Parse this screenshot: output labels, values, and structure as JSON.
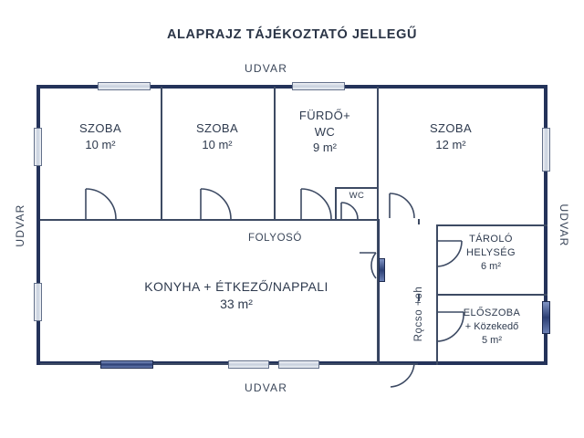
{
  "title": "ALAPRAJZ TÁJÉKOZTATÓ JELLEGŰ",
  "exterior_labels": {
    "top": "UDVAR",
    "bottom": "UDVAR",
    "left": "UDVAR",
    "right": "UDVAR"
  },
  "corridor_label": "FOLYOSÓ",
  "corridor_vertical_label": "Rǫcso +oh",
  "rooms": [
    {
      "name": "SZOBA",
      "area": "10 m²"
    },
    {
      "name": "SZOBA",
      "area": "10 m²"
    },
    {
      "name": "FÜRDŐ+",
      "name2": "WC",
      "area": "9 m²"
    },
    {
      "name": "SZOBA",
      "area": "12 m²"
    },
    {
      "name": "WC",
      "area": ""
    },
    {
      "name": "KONYHA + ÉTKEZŐ/NAPPALI",
      "area": "33 m²"
    },
    {
      "name": "TÁROLÓ",
      "name2": "HELYSÉG",
      "area": "6 m²"
    },
    {
      "name": "ELŐSZOBA",
      "sub": "+ Közekedő",
      "area": "5 m²"
    }
  ],
  "colors": {
    "outer_wall": "#24335a",
    "inner_wall": "#3d4a63",
    "text": "#2e3a4e",
    "window": "#c7d0dd",
    "window_highlight": "#2c3f74",
    "background": "#ffffff"
  }
}
